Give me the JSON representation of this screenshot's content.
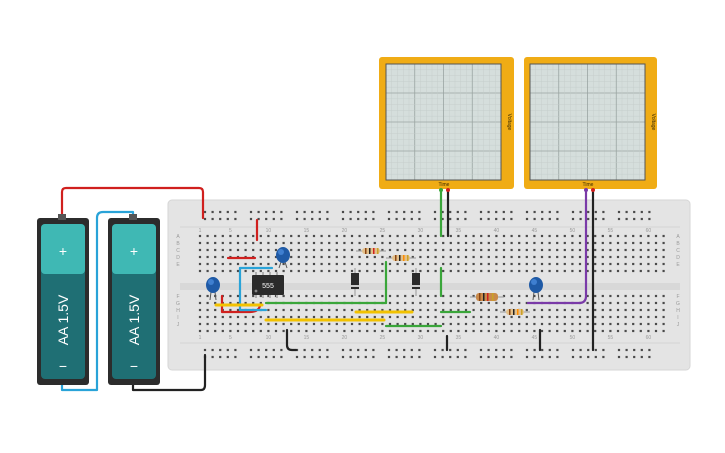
{
  "batteries": [
    {
      "plus": "+",
      "minus": "−",
      "label": "AA 1.5V"
    },
    {
      "plus": "+",
      "minus": "−",
      "label": "AA 1.5V"
    }
  ],
  "chip": {
    "label": "555"
  },
  "oscilloscopes": [
    {
      "axis_y": "Voltage",
      "axis_x": "Time"
    },
    {
      "axis_y": "Voltage",
      "axis_x": "Time"
    }
  ],
  "breadboard": {
    "column_labels": [
      "1",
      "5",
      "10",
      "15",
      "20",
      "25",
      "30",
      "35",
      "40",
      "45",
      "50",
      "55",
      "60"
    ],
    "row_labels_top": [
      "A",
      "B",
      "C",
      "D",
      "E"
    ],
    "row_labels_bottom": [
      "F",
      "G",
      "H",
      "I",
      "J"
    ]
  },
  "colors": {
    "wire_red": "#d0201e",
    "wire_black": "#222222",
    "wire_blue": "#29a3d8",
    "wire_green": "#3aa63a",
    "wire_yellow": "#f2c200",
    "wire_purple": "#7a3aa8",
    "scope_frame": "#f0ac15",
    "battery_teal": "#3fb8b4",
    "capacitor": "#1f5aa6"
  }
}
